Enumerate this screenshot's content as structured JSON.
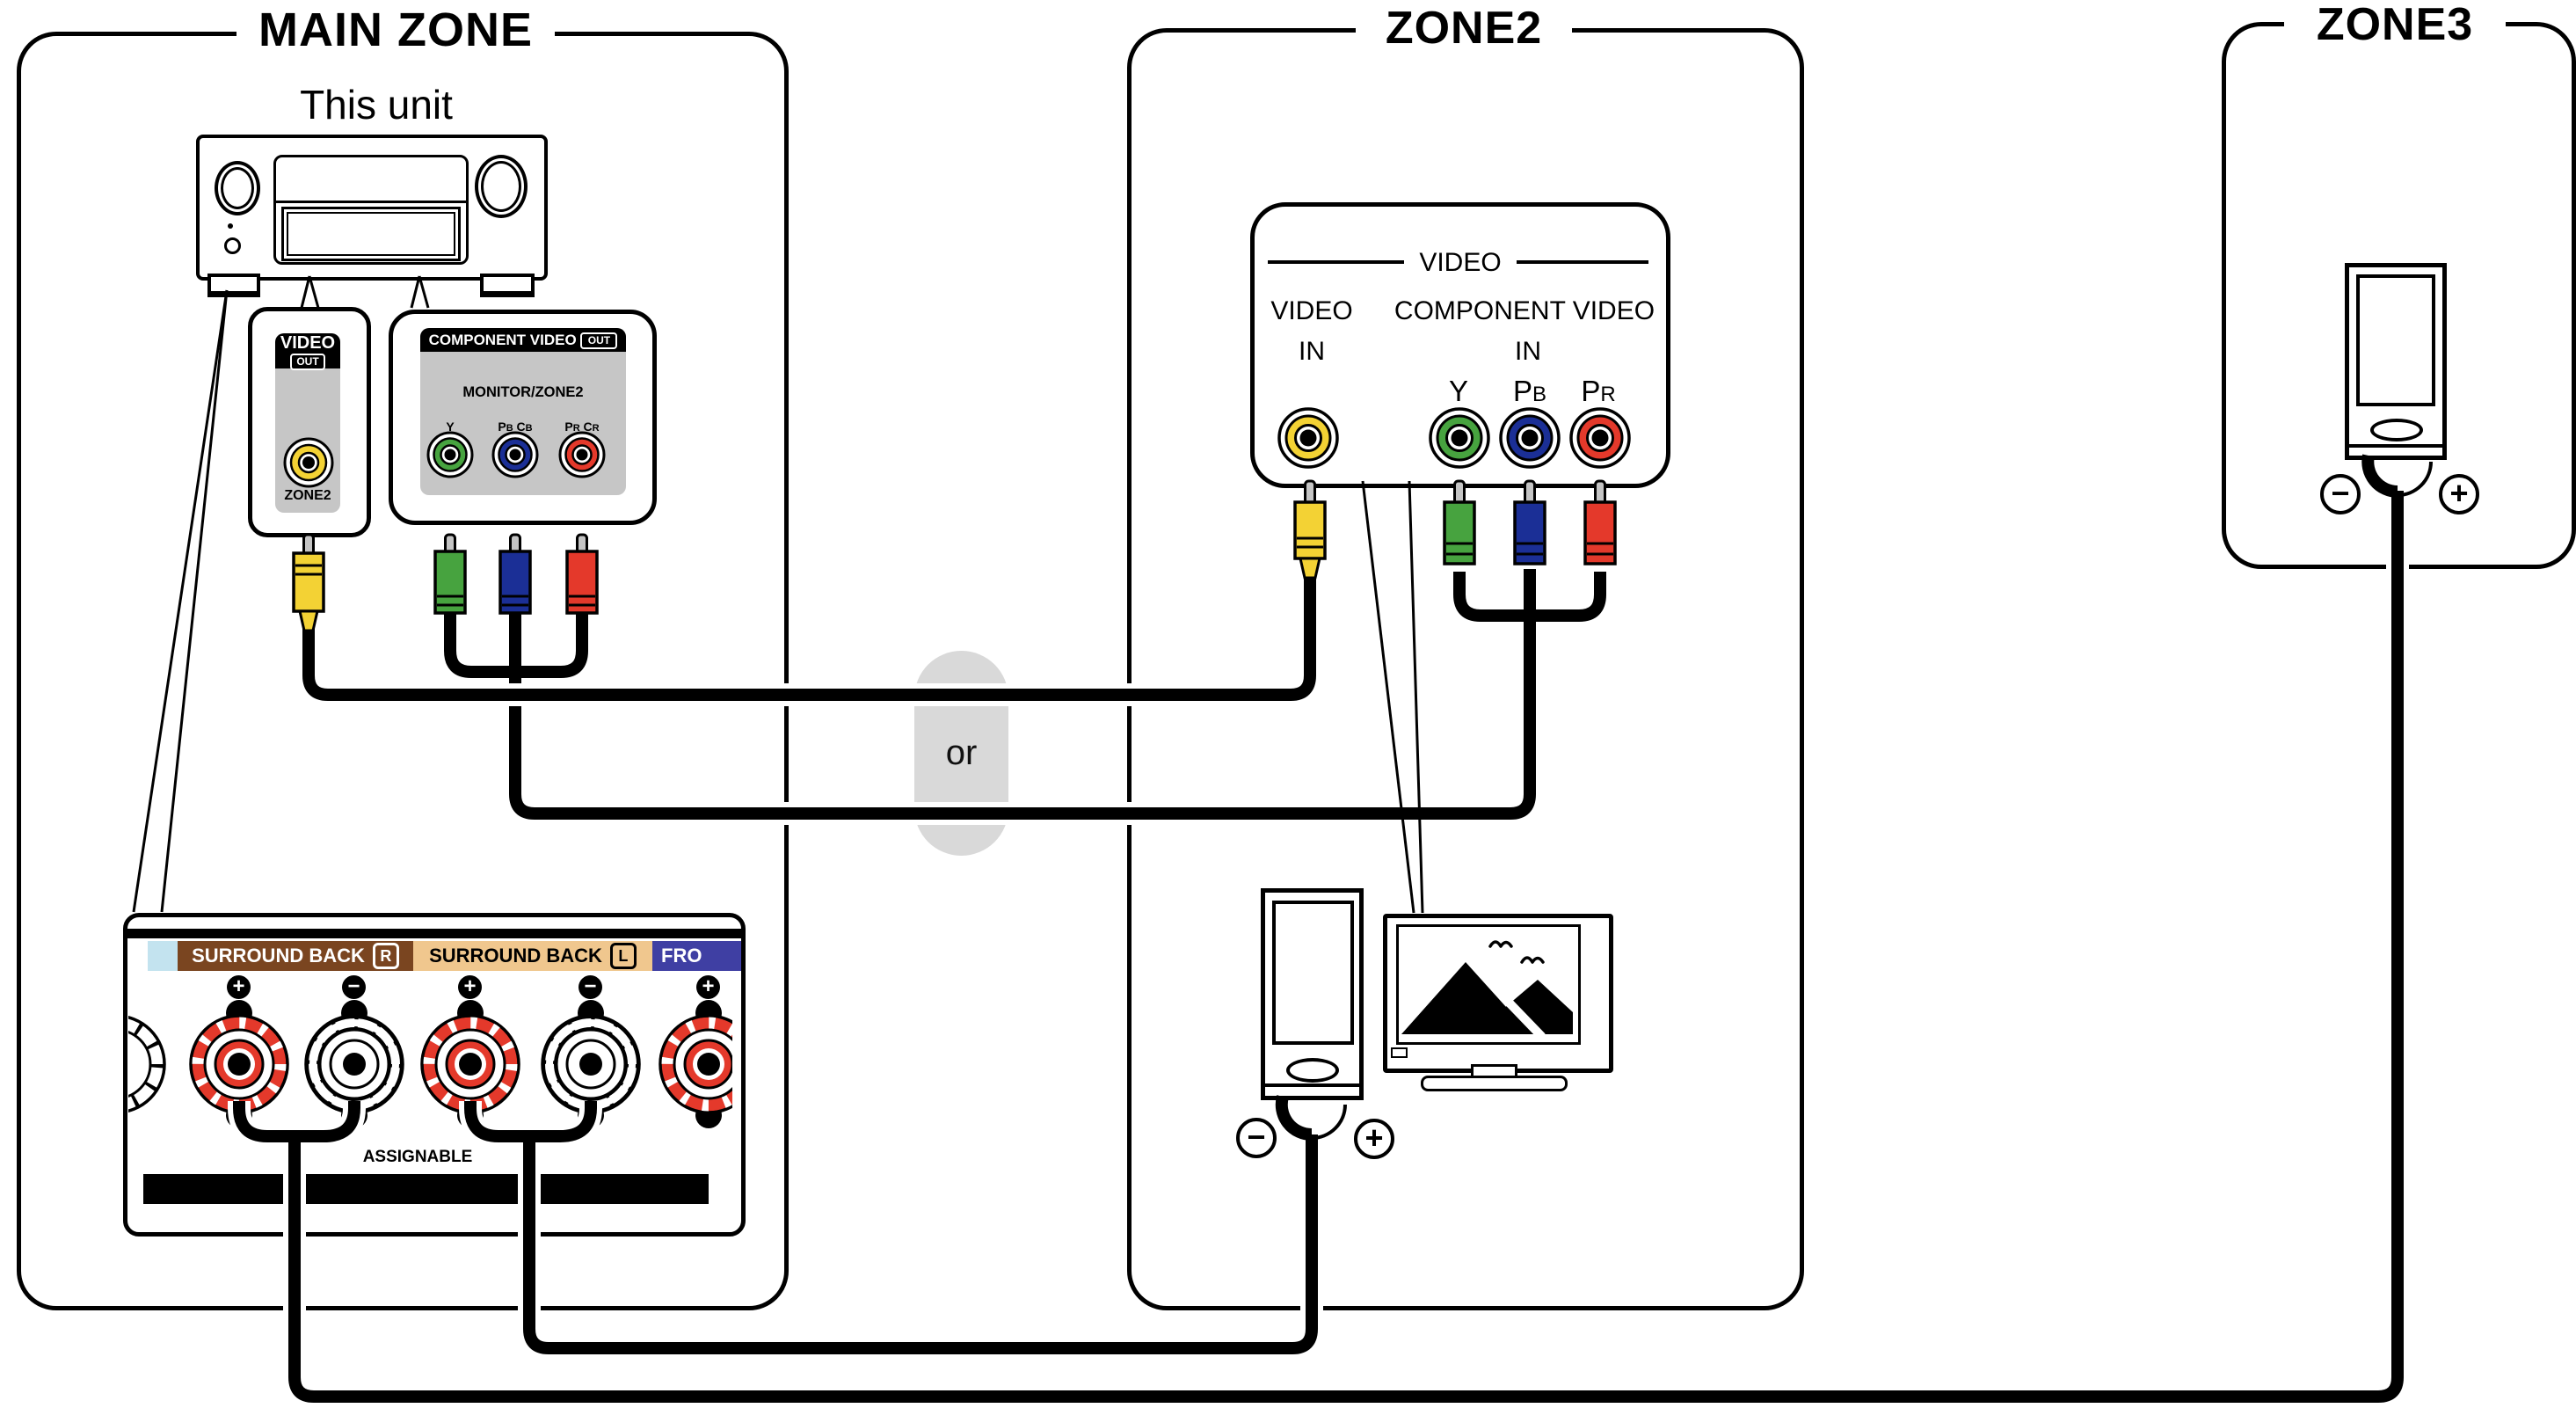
{
  "main_zone": {
    "title": "MAIN ZONE",
    "unit_label": "This unit",
    "video_out_panel": {
      "title": "VIDEO",
      "badge": "OUT",
      "jack_label": "ZONE2"
    },
    "component_out_panel": {
      "title": "COMPONENT VIDEO",
      "badge": "OUT",
      "subtitle": "MONITOR/ZONE2",
      "jack_labels": [
        {
          "m1": "Y",
          "s1": "",
          "m2": "",
          "s2": ""
        },
        {
          "m1": "P",
          "s1": "B",
          "m2": "C",
          "s2": "B"
        },
        {
          "m1": "P",
          "s1": "R",
          "m2": "C",
          "s2": "R"
        }
      ]
    },
    "speaker_panel": {
      "strip_r_label": "SURROUND BACK",
      "strip_r_tag": "R",
      "strip_l_label": "SURROUND BACK",
      "strip_l_tag": "L",
      "strip_front_label": "FRO",
      "polarities": [
        "+",
        "−",
        "+",
        "−",
        "+"
      ],
      "assignable": "ASSIGNABLE"
    }
  },
  "zone2": {
    "title": "ZONE2",
    "video_panel": {
      "header": "VIDEO",
      "video_label": "VIDEO",
      "video_sub": "IN",
      "component_label": "COMPONENT VIDEO",
      "component_sub": "IN",
      "jacks": [
        {
          "m": "Y",
          "s": ""
        },
        {
          "m": "P",
          "s": "B"
        },
        {
          "m": "P",
          "s": "R"
        }
      ]
    },
    "speaker": {
      "minus": "−",
      "plus": "+"
    }
  },
  "zone3": {
    "title": "ZONE3",
    "speaker": {
      "minus": "−",
      "plus": "+"
    }
  },
  "connector": {
    "or_label": "or"
  },
  "colors": {
    "video_yellow": "#F3D234",
    "component_green": "#47A33F",
    "component_blue": "#1B2F96",
    "component_red": "#E4392B",
    "panel_gray": "#C6C6C6",
    "strip_brown": "#7A4520",
    "strip_tan": "#F0C78E",
    "strip_lightblue": "#C3E3EF",
    "strip_front_blue": "#3F3FA3",
    "or_pill_gray": "#D9D9D9"
  }
}
